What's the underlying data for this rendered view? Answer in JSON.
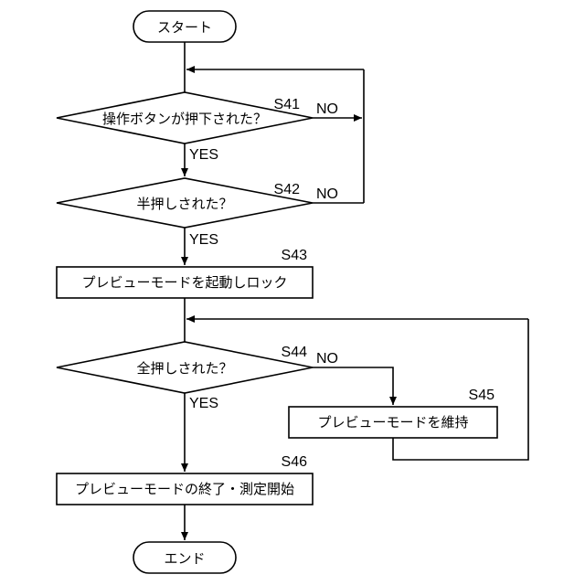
{
  "flowchart": {
    "start": "スタート",
    "s41": {
      "step": "S41",
      "text": "操作ボタンが押下された？",
      "no": "NO",
      "yes": "YES"
    },
    "s42": {
      "step": "S42",
      "text": "半押しされた？",
      "no": "NO",
      "yes": "YES"
    },
    "s43": {
      "step": "S43",
      "text": "プレビューモードを起動しロック"
    },
    "s44": {
      "step": "S44",
      "text": "全押しされた？",
      "no": "NO",
      "yes": "YES"
    },
    "s45": {
      "step": "S45",
      "text": "プレビューモードを維持"
    },
    "s46": {
      "step": "S46",
      "text": "プレビューモードの終了・測定開始"
    },
    "end": "エンド"
  }
}
